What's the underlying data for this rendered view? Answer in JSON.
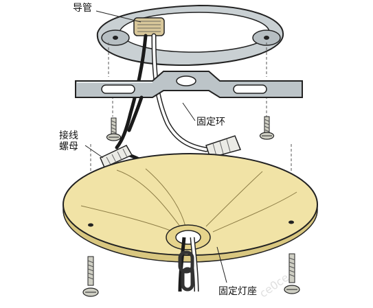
{
  "labels": {
    "conduit": "导管",
    "wire_nut_line1": "接线",
    "wire_nut_line2": "螺母",
    "mounting_strap": "固定环",
    "fixture_base": "固定灯座"
  },
  "watermark": "ce0ce",
  "colors": {
    "box_metal": "#c9d0d3",
    "box_interior": "#ffffff",
    "strap_metal": "#bcc4c8",
    "fixture_canopy": "#f1e3a6",
    "wire_black": "#1a1a1a",
    "wire_white": "#ffffff",
    "screw": "#cfcfc4",
    "outline": "#222222"
  }
}
